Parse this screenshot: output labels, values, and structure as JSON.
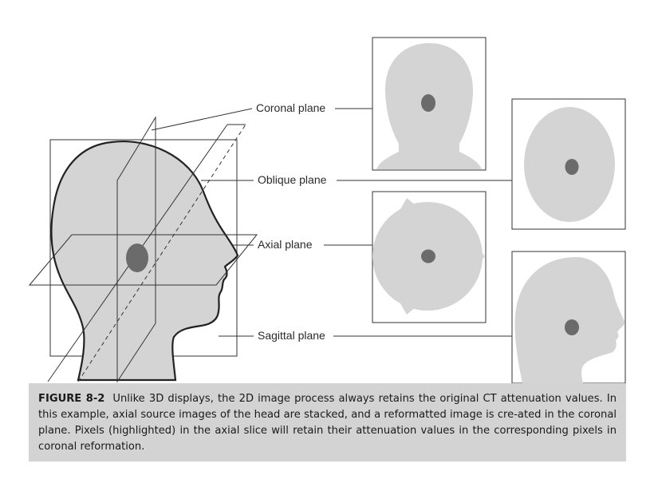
{
  "labels": {
    "coronal": "Coronal plane",
    "oblique": "Oblique plane",
    "axial": "Axial plane",
    "sagittal": "Sagittal plane"
  },
  "caption": {
    "figure_label": "FIGURE 8-2",
    "text": "Unlike 3D displays, the 2D image process always retains the original CT attenuation values. In this example, axial source images of the head are stacked, and a reformatted image is cre-ated in the coronal plane. Pixels (highlighted) in the axial slice will retain their attenuation values in the corresponding pixels in coronal reformation."
  },
  "colors": {
    "head_fill": "#d4d4d4",
    "pixel_fill": "#6b6b6b",
    "stroke": "#222222",
    "caption_bg": "#d3d3d3"
  }
}
